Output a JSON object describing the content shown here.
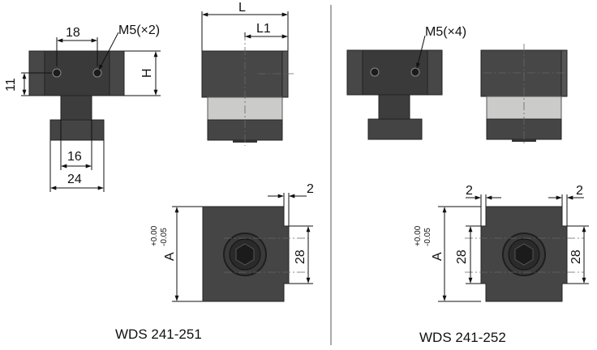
{
  "left_group": {
    "model": "WDS 241-251",
    "front_view": {
      "dim_top": "18",
      "dim_thread": "M5(×2)",
      "dim_left": "11",
      "dim_right": "H",
      "dim_neck": "16",
      "dim_base": "24"
    },
    "side_view": {
      "dim_total": "L",
      "dim_partial": "L1"
    },
    "top_view": {
      "dim_a": "A",
      "tol_plus": "+0.00",
      "tol_minus": "-0.05",
      "dim_step": "2",
      "dim_slot": "28"
    }
  },
  "right_group": {
    "model": "WDS 241-252",
    "front_view": {
      "dim_thread": "M5(×4)"
    },
    "top_view": {
      "dim_a": "A",
      "tol_plus": "+0.00",
      "tol_minus": "-0.05",
      "dim_step_left": "2",
      "dim_step_right": "2",
      "dim_slot_left": "28",
      "dim_slot_right": "28"
    }
  },
  "colors": {
    "steel_dark": "#3b3b3b",
    "steel_mid": "#4a4a4a",
    "steel_light": "#c9c9c7",
    "line": "#111111"
  }
}
